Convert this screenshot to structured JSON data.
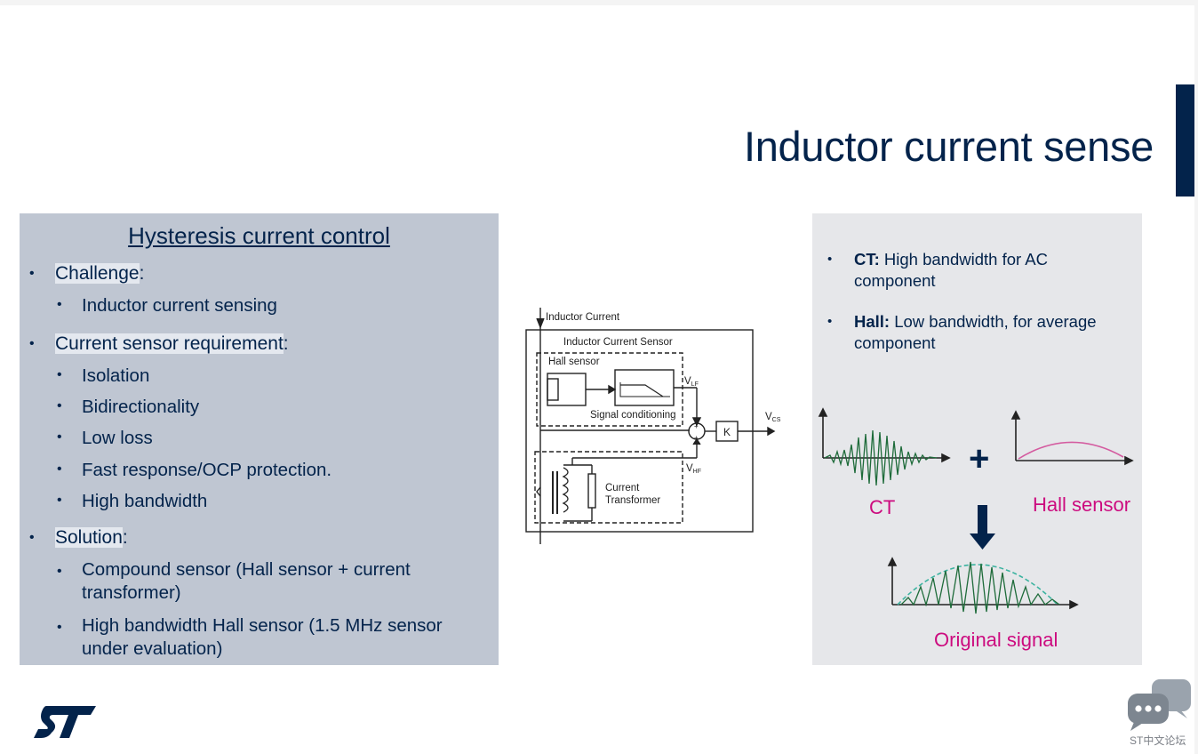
{
  "slide": {
    "title": "Inductor current sense",
    "colors": {
      "brand": "#03234b",
      "magenta": "#cc0b7f",
      "signal_green": "#1e6b3a",
      "panel_left": "#bfc6d2",
      "panel_right": "#e6e7ea"
    },
    "left_panel": {
      "heading": "Hysteresis current control",
      "challenge": "Challenge",
      "challenge_colon": ":",
      "challenge_items": [
        "Inductor current sensing"
      ],
      "requirement": "Current sensor requirement",
      "requirement_colon": ":",
      "requirement_items": [
        "Isolation",
        "Bidirectionality",
        "Low loss",
        "Fast response/OCP protection.",
        "High bandwidth"
      ],
      "solution": "Solution",
      "solution_colon": ":",
      "solution_items": [
        "Compound sensor (Hall sensor + current transformer)",
        "High bandwidth Hall sensor (1.5 MHz sensor under evaluation)"
      ]
    },
    "diagram": {
      "inductor_current": "Inductor Current",
      "sensor_box": "Inductor Current Sensor",
      "hall_sensor": "Hall sensor",
      "signal_conditioning": "Signal conditioning",
      "vlf": "V",
      "vlf_sub": "LF",
      "vhf": "V",
      "vhf_sub": "HF",
      "vcs": "V",
      "vcs_sub": "CS",
      "gain": "K",
      "ct_line1": "Current",
      "ct_line2": "Transformer"
    },
    "right_panel": {
      "bullets": [
        {
          "bold": "CT:",
          "text": " High bandwidth for AC component"
        },
        {
          "bold": "Hall:",
          "text": " Low bandwidth, for average component"
        }
      ],
      "ct_label": "CT",
      "plus": "+",
      "hall_label": "Hall sensor",
      "original_label": "Original signal"
    },
    "footer": {
      "logo_icon": "st-logo-icon",
      "forum_icon": "chat-bubbles-icon",
      "forum_label": "ST中文论坛"
    }
  }
}
